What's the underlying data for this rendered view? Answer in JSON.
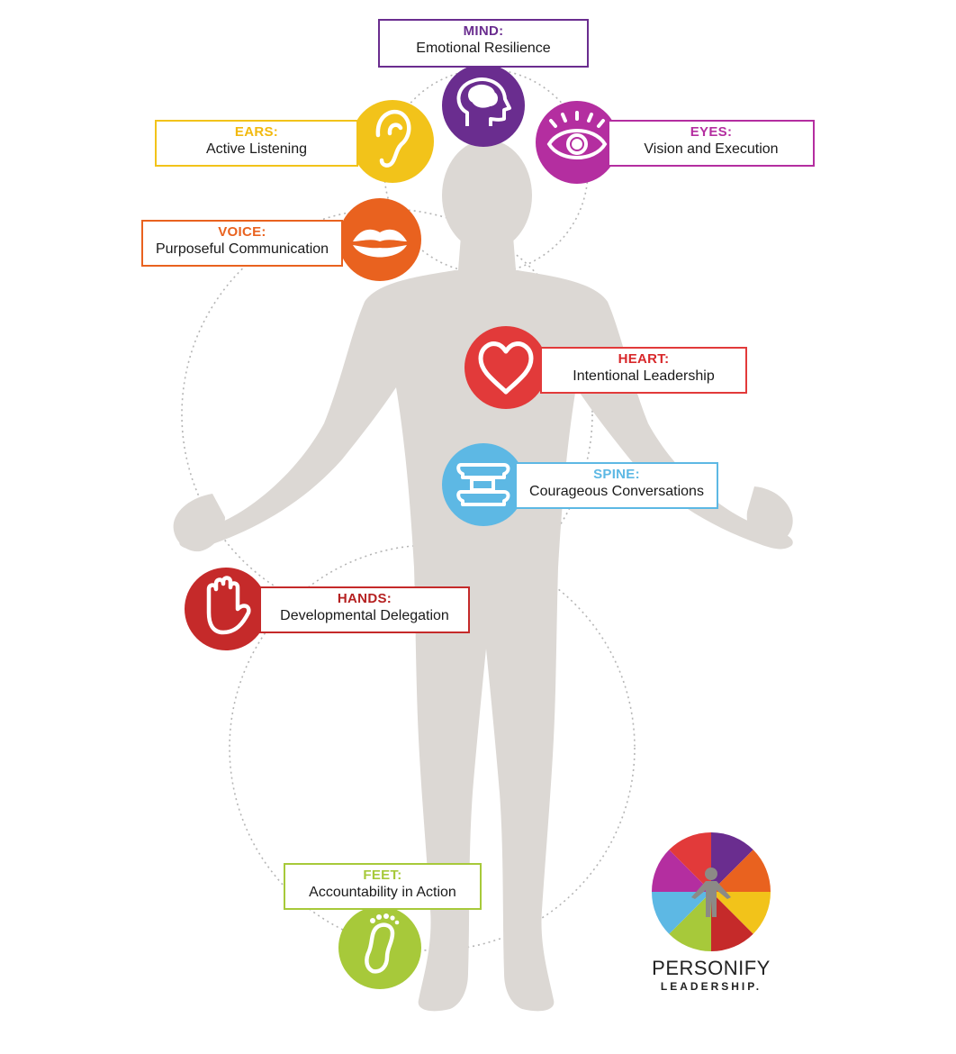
{
  "colors": {
    "silhouette": "#dcd8d4",
    "dotted": "#b5b5b5",
    "mind": "#6a2d8f",
    "ears": "#f2c31a",
    "eyes": "#b42ea0",
    "voice": "#e9621f",
    "heart": "#e23a3a",
    "spine": "#5db8e4",
    "hands": "#c52a2a",
    "feet": "#a7c93a"
  },
  "nodes": [
    {
      "key": "mind",
      "head": "MIND:",
      "text": "Emotional Resilience",
      "icon": "brain-head-icon",
      "color": "#6a2d8f",
      "headColor": "#6a2d8f"
    },
    {
      "key": "ears",
      "head": "EARS:",
      "text": "Active Listening",
      "icon": "ear-icon",
      "color": "#f2c31a",
      "headColor": "#f2b90f"
    },
    {
      "key": "eyes",
      "head": "EYES:",
      "text": "Vision and Execution",
      "icon": "eye-icon",
      "color": "#b42ea0",
      "headColor": "#b42ea0"
    },
    {
      "key": "voice",
      "head": "VOICE:",
      "text": "Purposeful Communication",
      "icon": "lips-icon",
      "color": "#e9621f",
      "headColor": "#e9621f"
    },
    {
      "key": "heart",
      "head": "HEART:",
      "text": "Intentional Leadership",
      "icon": "heart-icon",
      "color": "#e23a3a",
      "headColor": "#d8282b"
    },
    {
      "key": "spine",
      "head": "SPINE:",
      "text": "Courageous Conversations",
      "icon": "vertebrae-icon",
      "color": "#5db8e4",
      "headColor": "#5db8e4"
    },
    {
      "key": "hands",
      "head": "HANDS:",
      "text": "Developmental Delegation",
      "icon": "hand-icon",
      "color": "#c52a2a",
      "headColor": "#b52121"
    },
    {
      "key": "feet",
      "head": "FEET:",
      "text": "Accountability in Action",
      "icon": "foot-icon",
      "color": "#a7c93a",
      "headColor": "#a7c93a"
    }
  ],
  "brand": {
    "name": "PERSONIFY",
    "sub": "LEADERSHIP."
  }
}
